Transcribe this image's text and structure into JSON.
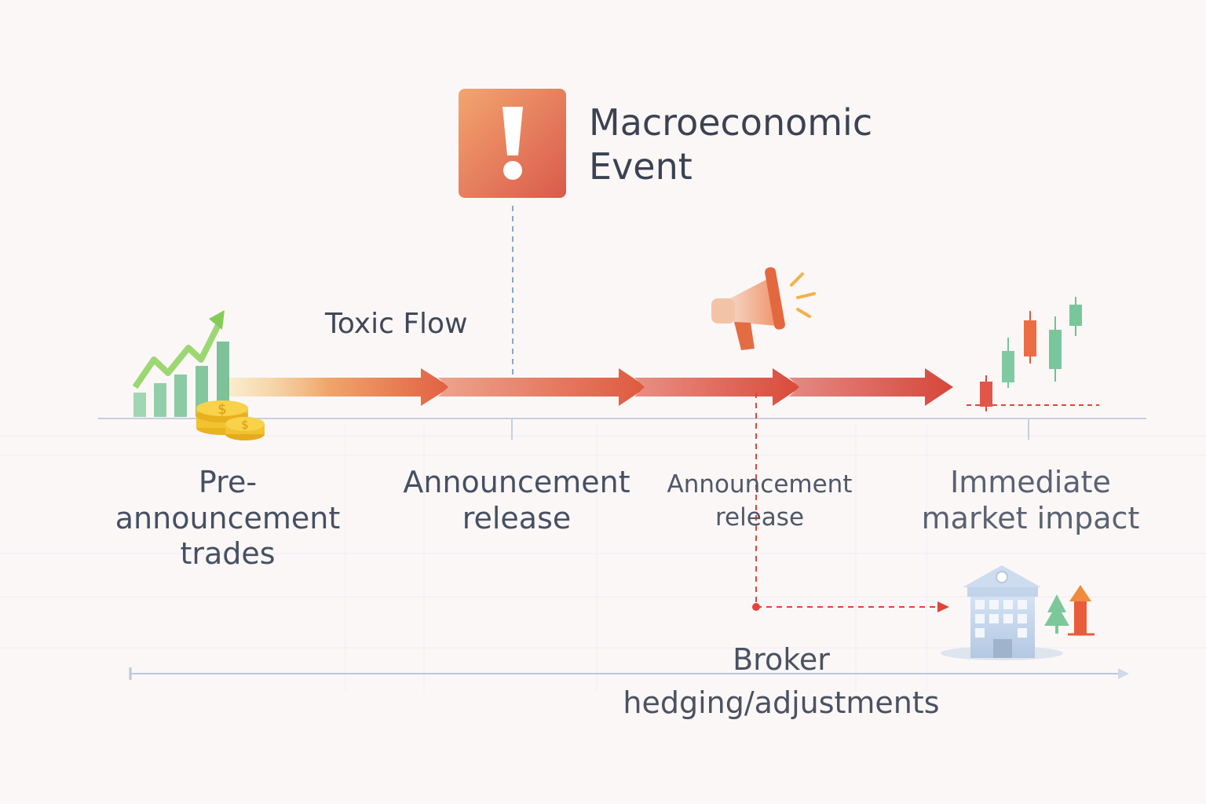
{
  "event": {
    "title": "Macroeconomic\nEvent",
    "icon": "exclamation-icon",
    "color_start": "#f2a06c",
    "color_end": "#dc5e4e"
  },
  "flow_label": "Toxic Flow",
  "stages": [
    {
      "label": "Pre-announcement\ntrades",
      "icon": "rising-bar-chart-with-coins-icon"
    },
    {
      "label": "Announcement\nrelease"
    },
    {
      "label": "Announcement\nrelease",
      "icon": "megaphone-icon"
    },
    {
      "label": "Immediate\nmarket impact",
      "icon": "candlestick-chart-icon"
    }
  ],
  "broker": {
    "label": "Broker\nhedging/adjustments",
    "icon": "building-with-up-arrow-icon"
  },
  "colors": {
    "arrow_start": "#f5c98a",
    "arrow_end": "#d9483b",
    "timeline": "#b8c8da",
    "dashed_red": "#e0453a",
    "dashed_blue": "#8aa6cf",
    "green": "#6dbf8d",
    "coin": "#f2c230"
  }
}
